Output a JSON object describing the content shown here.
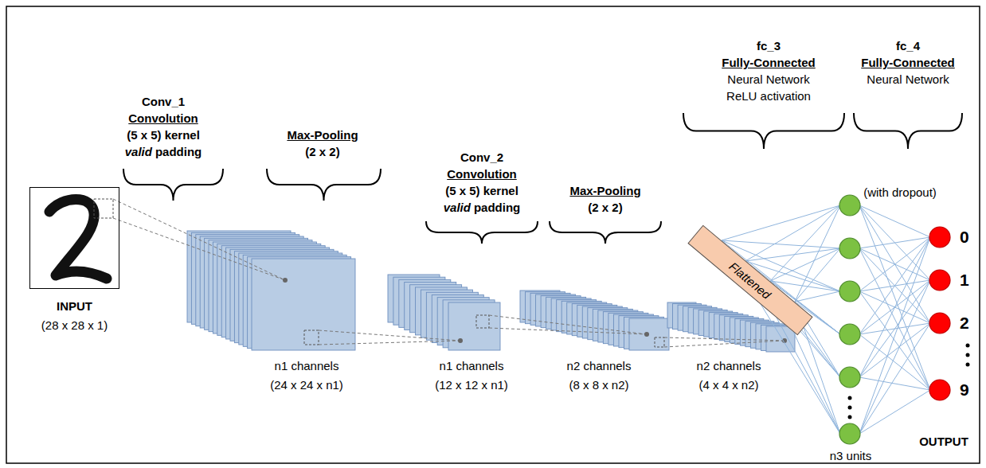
{
  "diagram": {
    "nodes": [
      {
        "text": [
          "INPUT",
          "(28 x 28 x 1)"
        ]
      },
      {
        "text": [
          "n1 channels",
          "(24 x 24 x n1)"
        ]
      },
      {
        "text": [
          "n1 channels",
          "(12 x 12 x n1)"
        ]
      },
      {
        "text": [
          "n2 channels",
          "(8 x 8 x n2)"
        ]
      },
      {
        "text": [
          "n2 channels",
          "(4 x 4 x n2)"
        ]
      },
      {
        "text": [
          "Flattened"
        ]
      },
      {
        "text": [
          "0"
        ]
      },
      {
        "text": [
          "1"
        ]
      },
      {
        "text": [
          "2"
        ]
      },
      {
        "text": [
          "9"
        ]
      }
    ],
    "labels": [
      "Conv_1",
      "Convolution",
      "(5 x 5) kernel",
      "valid",
      "padding",
      "Max-Pooling",
      "(2 x 2)",
      "Conv_2",
      "Convolution",
      "(5 x 5) kernel",
      "valid",
      "padding",
      "Max-Pooling",
      "(2 x 2)",
      "fc_3",
      "Fully-Connected",
      "Neural Network",
      "ReLU activation",
      "fc_4",
      "Fully-Connected",
      "Neural Network",
      "(with dropout)",
      "n3 units",
      "OUTPUT"
    ]
  }
}
